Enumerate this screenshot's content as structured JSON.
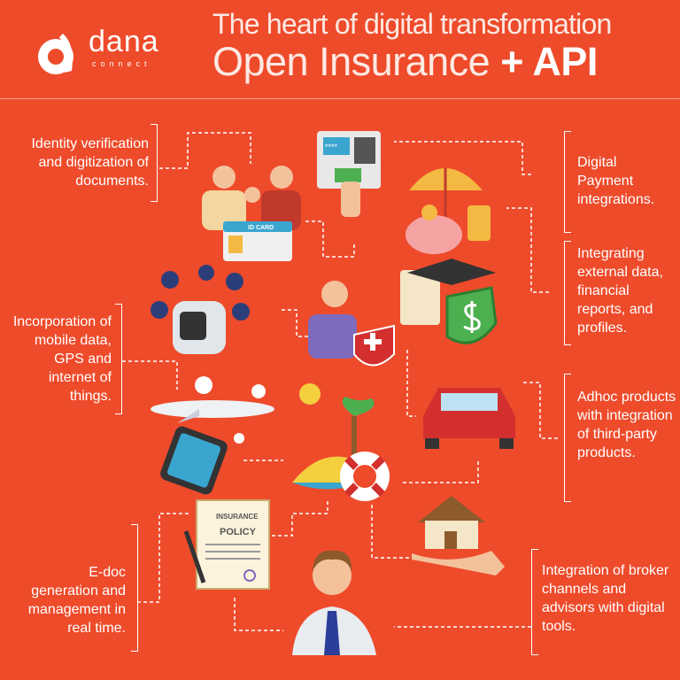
{
  "header": {
    "brand": "dana",
    "brand_sub": "connect",
    "title_line1": "The heart of digital transformation",
    "title_line2": "Open Insurance",
    "title_plus_api": "+ API"
  },
  "features": {
    "identity": "Identity verification and digitization of documents.",
    "mobile": "Incorporation of mobile data, GPS and internet of things.",
    "edoc": "E-doc generation and management in real time.",
    "payment": "Digital Payment integrations.",
    "external": "Integrating external data, financial reports, and profiles.",
    "adhoc": "Adhoc products with integration of third-party products.",
    "broker": "Integration of broker channels and advisors with digital tools."
  },
  "illustrations": {
    "id_card": "ID CARD",
    "atm_pin": "****",
    "policy_line1": "INSURANCE",
    "policy_line2": "POLICY"
  },
  "colors": {
    "background": "#ee4b2b",
    "text": "#ffffff"
  }
}
